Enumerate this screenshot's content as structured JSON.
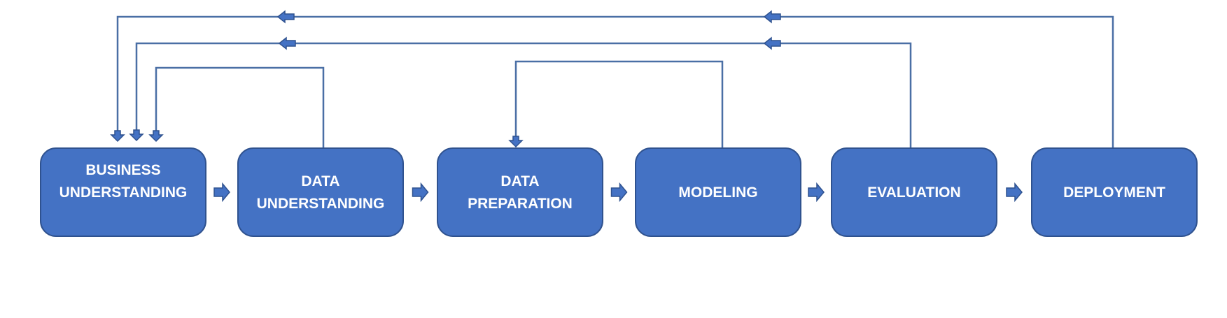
{
  "colors": {
    "box_fill": "#4472C4",
    "box_border": "#2F528F",
    "line": "#4A6FA5",
    "text": "#FFFFFF",
    "background": "#FFFFFF"
  },
  "stages": [
    {
      "id": "business-understanding",
      "lines": [
        "BUSINESS",
        "UNDERSTANDING"
      ]
    },
    {
      "id": "data-understanding",
      "lines": [
        "DATA",
        "UNDERSTANDING"
      ]
    },
    {
      "id": "data-preparation",
      "lines": [
        "DATA",
        "PREPARATION"
      ]
    },
    {
      "id": "modeling",
      "lines": [
        "MODELING"
      ]
    },
    {
      "id": "evaluation",
      "lines": [
        "EVALUATION"
      ]
    },
    {
      "id": "deployment",
      "lines": [
        "DEPLOYMENT"
      ]
    }
  ],
  "connections": {
    "forward": [
      {
        "from": "business-understanding",
        "to": "data-understanding"
      },
      {
        "from": "data-understanding",
        "to": "data-preparation"
      },
      {
        "from": "data-preparation",
        "to": "modeling"
      },
      {
        "from": "modeling",
        "to": "evaluation"
      },
      {
        "from": "evaluation",
        "to": "deployment"
      }
    ],
    "feedback": [
      {
        "from": "data-understanding",
        "to": "business-understanding"
      },
      {
        "from": "modeling",
        "to": "data-preparation"
      },
      {
        "from": "evaluation",
        "to": "business-understanding"
      },
      {
        "from": "deployment",
        "to": "business-understanding"
      }
    ]
  }
}
